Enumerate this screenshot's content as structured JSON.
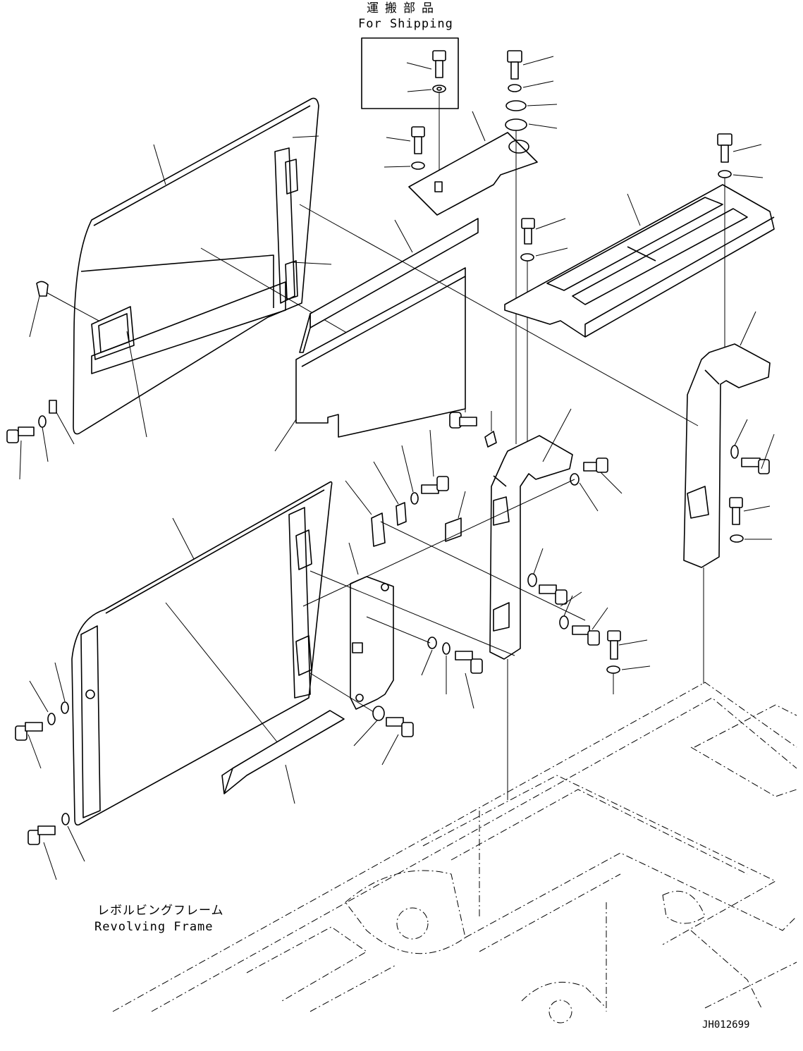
{
  "labels": {
    "shipping_jp": "運搬部品",
    "shipping_en": "For Shipping",
    "frame_jp": "レボルビングフレーム",
    "frame_en": "Revolving Frame",
    "drawing_code": "JH012699"
  }
}
